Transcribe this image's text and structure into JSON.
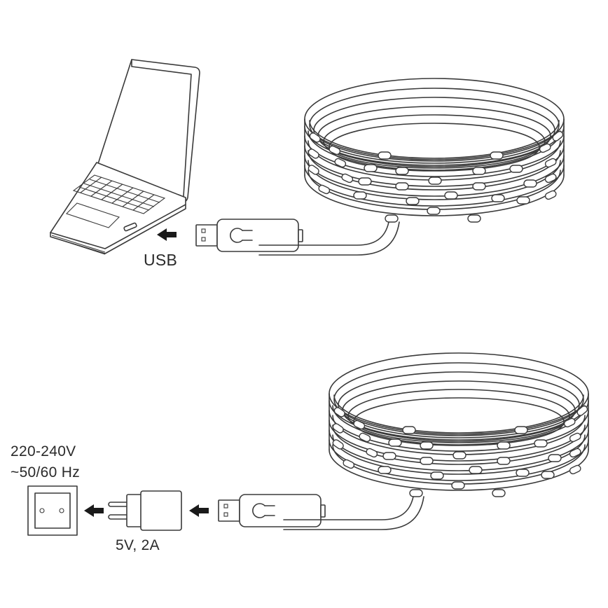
{
  "diagram": {
    "title": "LED strip power connection options",
    "colors": {
      "line": "#3a3a3a",
      "arrow": "#1a1a1a",
      "background": "#ffffff"
    },
    "top_panel": {
      "description": "LED strip coil with USB controller plugged into a laptop",
      "source_device": "laptop",
      "connector_label": "USB",
      "controller_icon": "bulb-outline-icon"
    },
    "bottom_panel": {
      "description": "LED strip coil with USB controller plugged into a wall power adapter",
      "outlet_label_line1": "220-240V",
      "outlet_label_line2": "~50/60 Hz",
      "adapter_label": "5V, 2A",
      "controller_icon": "bulb-outline-icon"
    }
  }
}
